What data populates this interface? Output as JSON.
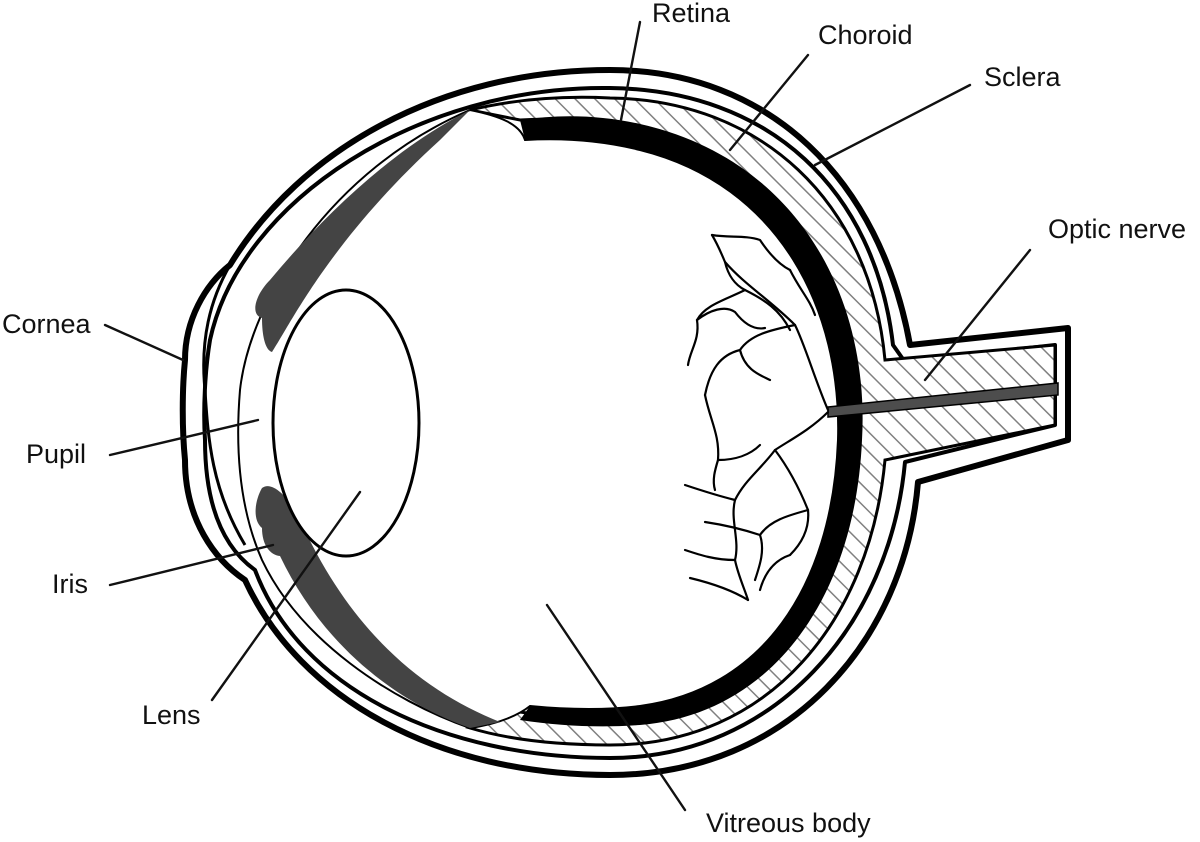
{
  "labels": {
    "retina": "Retina",
    "choroid": "Choroid",
    "sclera": "Sclera",
    "optic_nerve": "Optic nerve",
    "cornea": "Cornea",
    "pupil": "Pupil",
    "iris": "Iris",
    "lens": "Lens",
    "vitreous_body": "Vitreous body"
  },
  "colors": {
    "outline": "#000000",
    "iris_fill": "#444444",
    "retina_band": "#000000",
    "hatch": "#7a7a7a",
    "nerve_core": "#4d4d4d",
    "background": "#ffffff"
  }
}
